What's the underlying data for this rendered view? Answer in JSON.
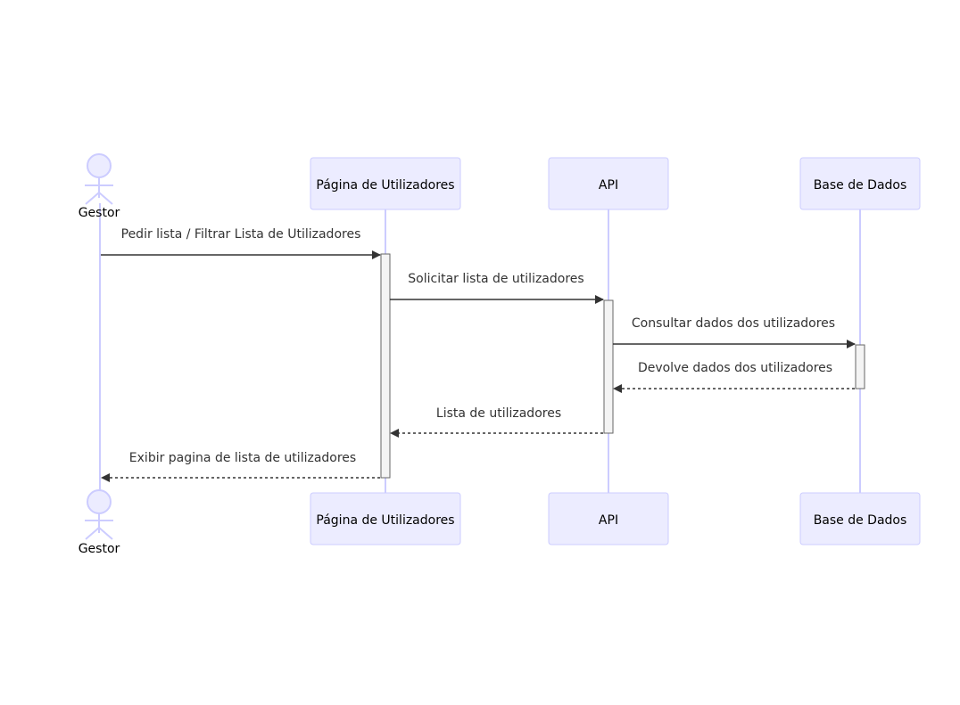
{
  "actor": {
    "label": "Gestor"
  },
  "participants": [
    {
      "label": "Página de Utilizadores"
    },
    {
      "label": "API"
    },
    {
      "label": "Base de Dados"
    }
  ],
  "messages": [
    {
      "label": "Pedir lista / Filtrar Lista de Utilizadores",
      "style": "solid"
    },
    {
      "label": "Solicitar lista de utilizadores",
      "style": "solid"
    },
    {
      "label": "Consultar dados dos utilizadores",
      "style": "solid"
    },
    {
      "label": "Devolve dados dos utilizadores",
      "style": "dashed"
    },
    {
      "label": "Lista de utilizadores",
      "style": "dashed"
    },
    {
      "label": "Exibir pagina de lista de utilizadores",
      "style": "dashed"
    }
  ]
}
